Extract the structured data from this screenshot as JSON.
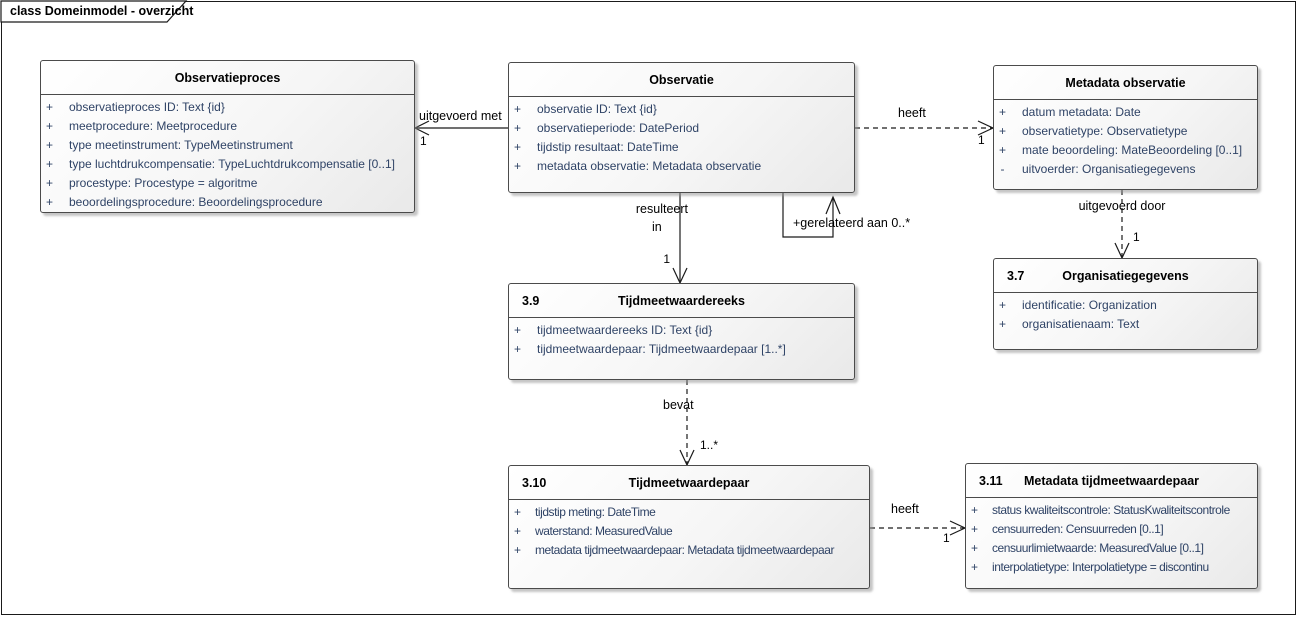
{
  "frame": {
    "tab_label": "class Domeinmodel - overzicht"
  },
  "colors": {
    "attribute_text": "#2F4366",
    "box_border": "#4b4b4b",
    "connector_line": "#1a1a1a",
    "box_fill_top": "#ffffff",
    "box_fill_bottom": "#e9e9e9"
  },
  "classes": [
    {
      "number": "",
      "title": "Observatieproces",
      "attributes": [
        {
          "vis": "+",
          "text": "observatieproces ID: Text {id}"
        },
        {
          "vis": "+",
          "text": "meetprocedure: Meetprocedure"
        },
        {
          "vis": "+",
          "text": "type meetinstrument: TypeMeetinstrument"
        },
        {
          "vis": "+",
          "text": "type luchtdrukcompensatie: TypeLuchtdrukcompensatie [0..1]"
        },
        {
          "vis": "+",
          "text": "procestype: Procestype = algoritme"
        },
        {
          "vis": "+",
          "text": "beoordelingsprocedure: Beoordelingsprocedure"
        }
      ]
    },
    {
      "number": "",
      "title": "Observatie",
      "attributes": [
        {
          "vis": "+",
          "text": "observatie ID: Text {id}"
        },
        {
          "vis": "+",
          "text": "observatieperiode: DatePeriod"
        },
        {
          "vis": "+",
          "text": "tijdstip resultaat: DateTime"
        },
        {
          "vis": "+",
          "text": "metadata observatie: Metadata observatie"
        }
      ]
    },
    {
      "number": "",
      "title": "Metadata observatie",
      "attributes": [
        {
          "vis": "+",
          "text": "datum metadata: Date"
        },
        {
          "vis": "+",
          "text": "observatietype: Observatietype"
        },
        {
          "vis": "+",
          "text": "mate beoordeling: MateBeoordeling [0..1]"
        },
        {
          "vis": "-",
          "text": "uitvoerder: Organisatiegegevens"
        }
      ]
    },
    {
      "number": "3.7",
      "title": "Organisatiegegevens",
      "attributes": [
        {
          "vis": "+",
          "text": "identificatie: Organization"
        },
        {
          "vis": "+",
          "text": "organisatienaam: Text"
        }
      ]
    },
    {
      "number": "3.9",
      "title": "Tijdmeetwaardereeks",
      "attributes": [
        {
          "vis": "+",
          "text": "tijdmeetwaardereeks ID: Text {id}"
        },
        {
          "vis": "+",
          "text": "tijdmeetwaardepaar: Tijdmeetwaardepaar [1..*]"
        }
      ]
    },
    {
      "number": "3.10",
      "title": "Tijdmeetwaardepaar",
      "attributes": [
        {
          "vis": "+",
          "text": "tijdstip meting: DateTime"
        },
        {
          "vis": "+",
          "text": "waterstand: MeasuredValue"
        },
        {
          "vis": "+",
          "text": "metadata tijdmeetwaardepaar: Metadata tijdmeetwaardepaar"
        }
      ]
    },
    {
      "number": "3.11",
      "title": "Metadata tijdmeetwaardepaar",
      "attributes": [
        {
          "vis": "+",
          "text": "status kwaliteitscontrole: StatusKwaliteitscontrole"
        },
        {
          "vis": "+",
          "text": "censuurreden: Censuurreden [0..1]"
        },
        {
          "vis": "+",
          "text": "censuurlimietwaarde: MeasuredValue [0..1]"
        },
        {
          "vis": "+",
          "text": "interpolatietype: Interpolatietype = discontinu"
        }
      ]
    }
  ],
  "connectors": {
    "uitgevoerd_met": {
      "label": "uitgevoerd met",
      "multiplicity": "1"
    },
    "heeft_top": {
      "label": "heeft",
      "multiplicity": "1"
    },
    "gerelateerd": {
      "label": "+gerelateerd aan 0..*"
    },
    "resulteert": {
      "label_line1": "resulteert",
      "label_line2": "in",
      "multiplicity": "1"
    },
    "uitgevoerd_door": {
      "label": "uitgevoerd door",
      "multiplicity": "1"
    },
    "bevat": {
      "label": "bevat",
      "multiplicity": "1..*"
    },
    "heeft_bottom": {
      "label": "heeft",
      "multiplicity": "1"
    }
  }
}
